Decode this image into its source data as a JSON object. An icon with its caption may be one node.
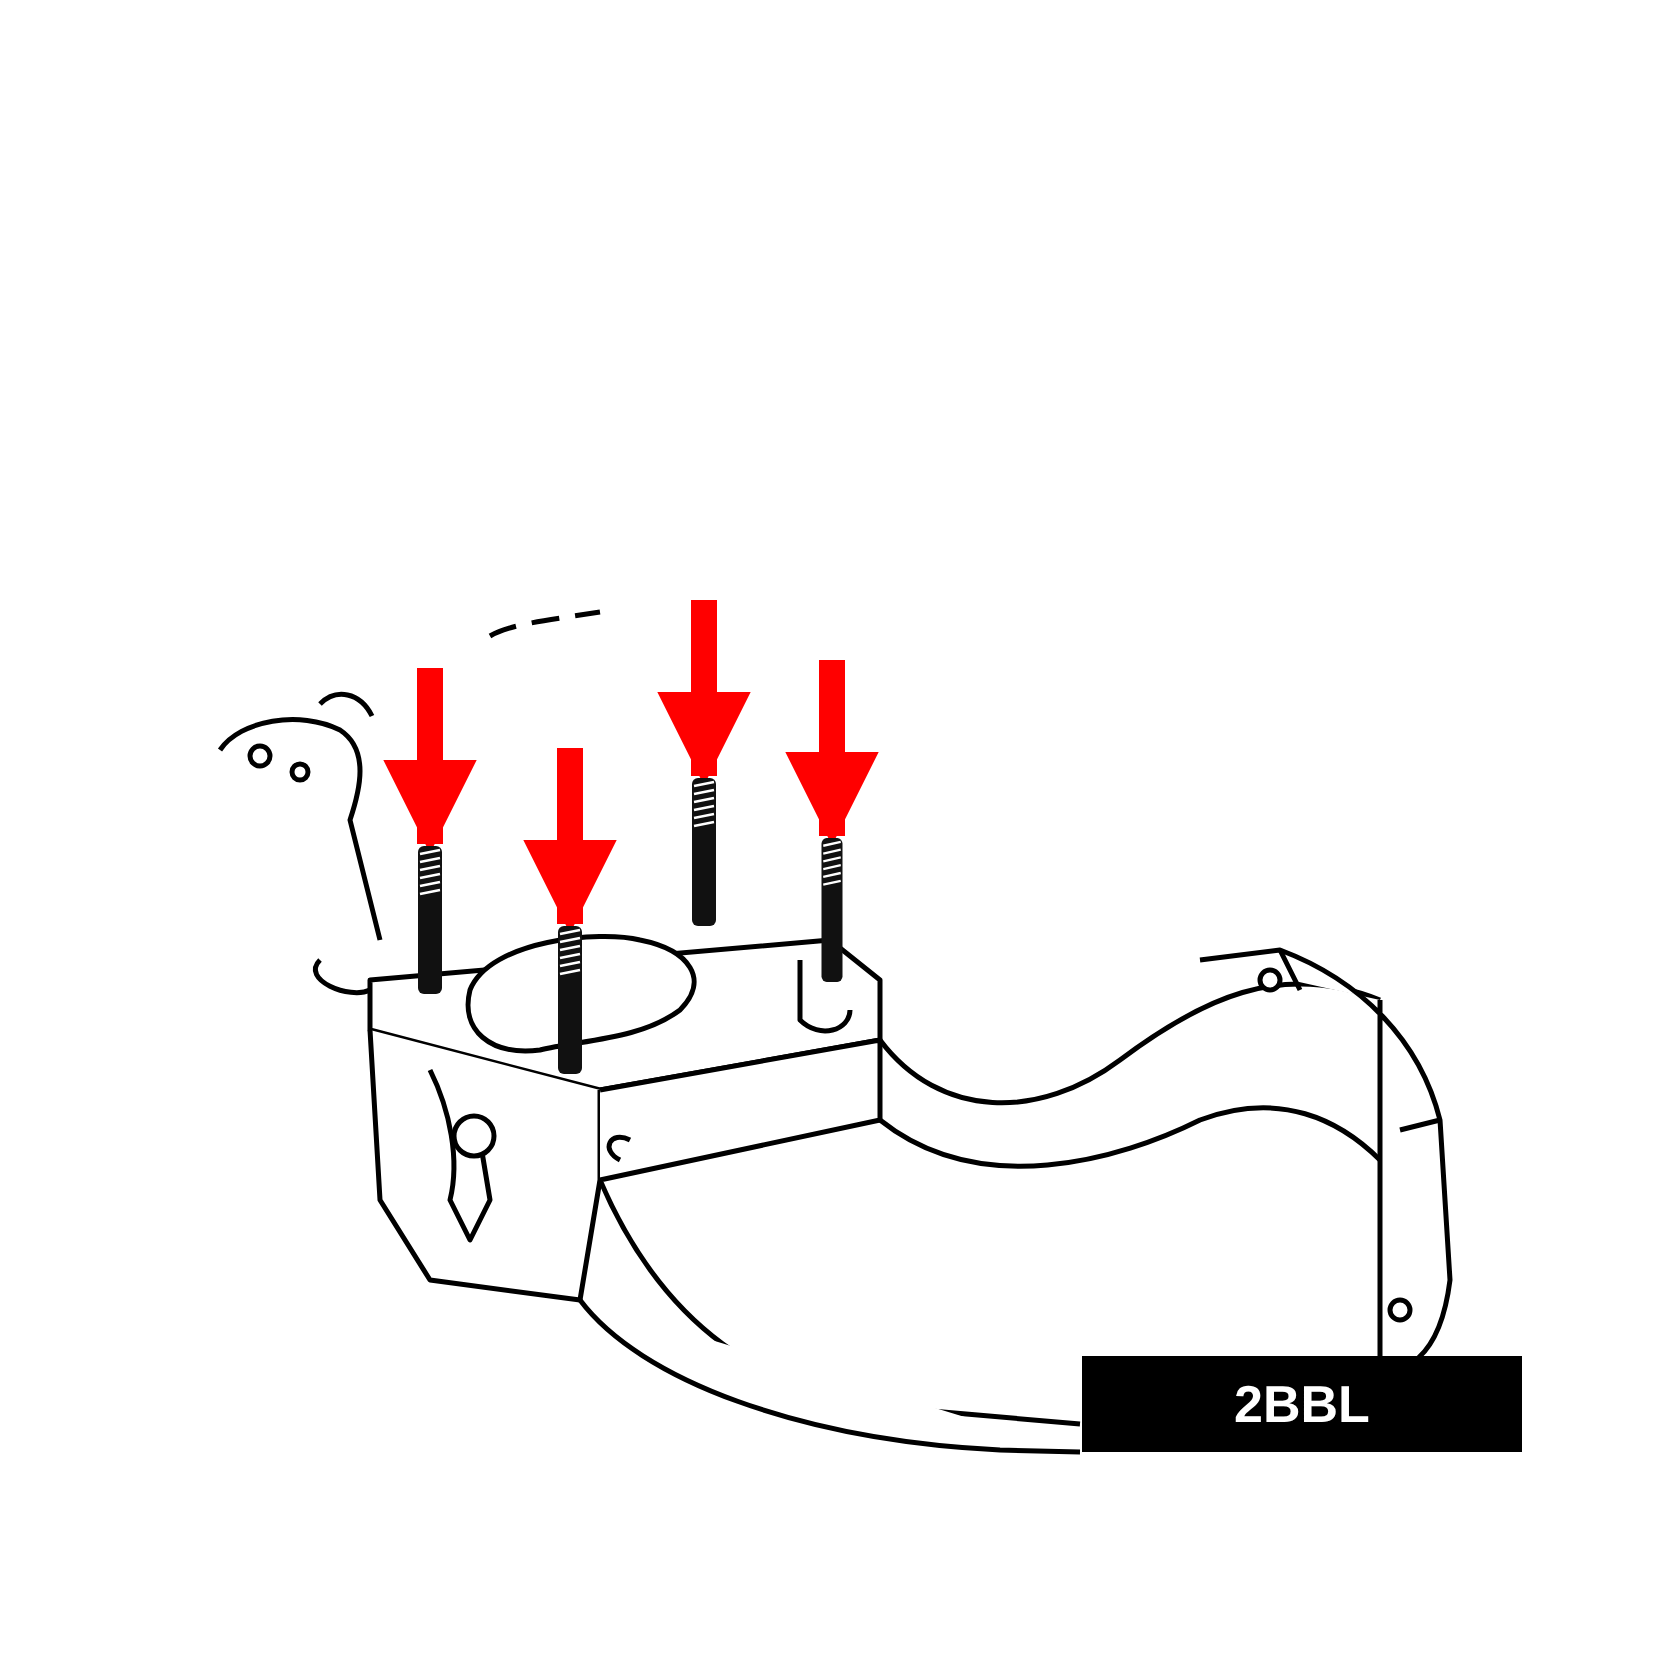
{
  "diagram": {
    "nodes": [
      {
        "text": [],
        "shape": "picture"
      },
      {
        "text": [],
        "shape": "picture"
      },
      {
        "text": [],
        "shape": "picture"
      },
      {
        "text": [],
        "shape": "picture"
      },
      {
        "text": [
          "2BBL"
        ]
      }
    ],
    "edges": [
      {
        "from": null,
        "to": 0,
        "arrow": "to"
      },
      {
        "from": null,
        "to": 1,
        "arrow": "to"
      },
      {
        "from": null,
        "to": 2,
        "arrow": "to"
      },
      {
        "from": null,
        "to": 3,
        "arrow": "to"
      }
    ]
  }
}
